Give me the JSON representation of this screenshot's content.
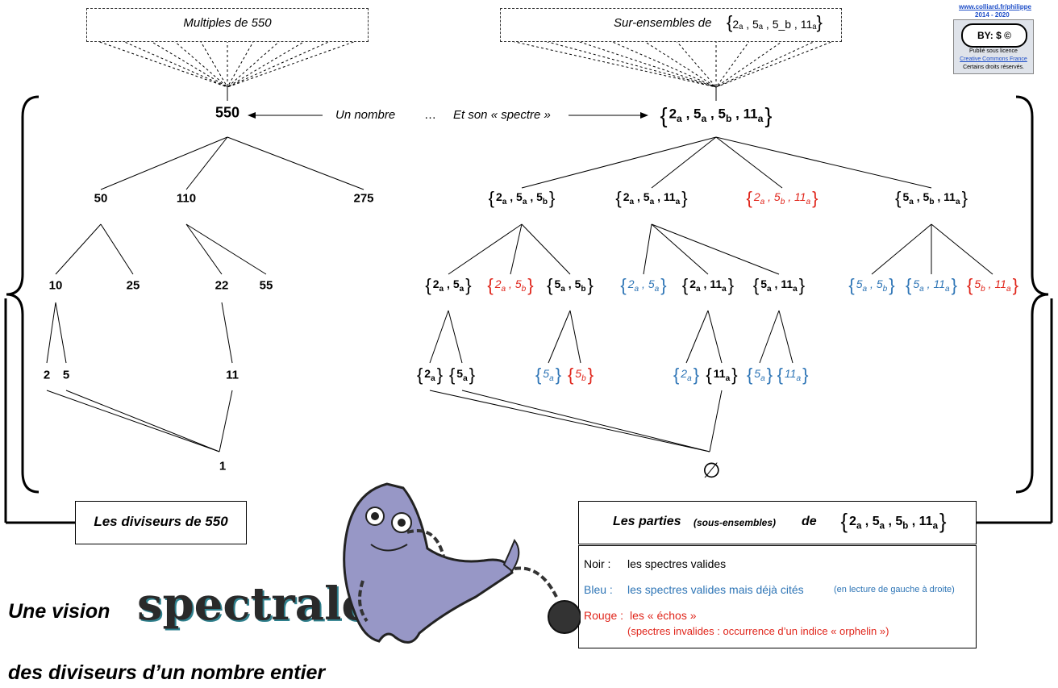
{
  "top_left_box": "Multiples de 550",
  "top_right_box": {
    "label": "Sur-ensembles de",
    "set": "2ₐ , 5ₐ , 5_b , 11ₐ"
  },
  "license": {
    "line1": "www.colliard.fr/philippe",
    "line2": "2014 - 2020",
    "badge": "BY: $ ©",
    "line3": "Publié sous licence",
    "line4": "Creative Commons France",
    "line5": "Certains droits réservés."
  },
  "center": {
    "left_num": "550",
    "mid1": "Un nombre",
    "dots": "…",
    "mid2": "Et son « spectre »"
  },
  "divisors": {
    "l1": [
      "50",
      "110",
      "275"
    ],
    "l2": [
      "10",
      "25",
      "22",
      "55"
    ],
    "l3": [
      "2",
      "5",
      "11"
    ],
    "l4": "1"
  },
  "spectra": {
    "root": [
      [
        "2",
        "a"
      ],
      [
        "5",
        "a"
      ],
      [
        "5",
        "b"
      ],
      [
        "11",
        "a"
      ]
    ],
    "l1": [
      {
        "items": [
          [
            "2",
            "a"
          ],
          [
            "5",
            "a"
          ],
          [
            "5",
            "b"
          ]
        ],
        "color": "black"
      },
      {
        "items": [
          [
            "2",
            "a"
          ],
          [
            "5",
            "a"
          ],
          [
            "11",
            "a"
          ]
        ],
        "color": "black"
      },
      {
        "items": [
          [
            "2",
            "a"
          ],
          [
            "5",
            "b"
          ],
          [
            "11",
            "a"
          ]
        ],
        "color": "red"
      },
      {
        "items": [
          [
            "5",
            "a"
          ],
          [
            "5",
            "b"
          ],
          [
            "11",
            "a"
          ]
        ],
        "color": "black"
      }
    ],
    "l2": [
      {
        "items": [
          [
            "2",
            "a"
          ],
          [
            "5",
            "a"
          ]
        ],
        "color": "black"
      },
      {
        "items": [
          [
            "2",
            "a"
          ],
          [
            "5",
            "b"
          ]
        ],
        "color": "red"
      },
      {
        "items": [
          [
            "5",
            "a"
          ],
          [
            "5",
            "b"
          ]
        ],
        "color": "black"
      },
      {
        "items": [
          [
            "2",
            "a"
          ],
          [
            "5",
            "a"
          ]
        ],
        "color": "blue"
      },
      {
        "items": [
          [
            "2",
            "a"
          ],
          [
            "11",
            "a"
          ]
        ],
        "color": "black"
      },
      {
        "items": [
          [
            "5",
            "a"
          ],
          [
            "11",
            "a"
          ]
        ],
        "color": "black"
      },
      {
        "items": [
          [
            "5",
            "a"
          ],
          [
            "5",
            "b"
          ]
        ],
        "color": "blue"
      },
      {
        "items": [
          [
            "5",
            "a"
          ],
          [
            "11",
            "a"
          ]
        ],
        "color": "blue"
      },
      {
        "items": [
          [
            "5",
            "b"
          ],
          [
            "11",
            "a"
          ]
        ],
        "color": "red"
      }
    ],
    "l3": [
      {
        "items": [
          [
            "2",
            "a"
          ]
        ],
        "color": "black"
      },
      {
        "items": [
          [
            "5",
            "a"
          ]
        ],
        "color": "black"
      },
      {
        "items": [
          [
            "5",
            "a"
          ]
        ],
        "color": "blue"
      },
      {
        "items": [
          [
            "5",
            "b"
          ]
        ],
        "color": "red"
      },
      {
        "items": [
          [
            "2",
            "a"
          ]
        ],
        "color": "blue"
      },
      {
        "items": [
          [
            "11",
            "a"
          ]
        ],
        "color": "black"
      },
      {
        "items": [
          [
            "5",
            "a"
          ]
        ],
        "color": "blue"
      },
      {
        "items": [
          [
            "11",
            "a"
          ]
        ],
        "color": "blue"
      }
    ],
    "empty": "∅"
  },
  "bottom_left_box": "Les diviseurs de  550",
  "bottom_right_box": {
    "label1": "Les parties",
    "label2": "(sous-ensembles)",
    "label3": "de"
  },
  "legend": {
    "black_key": "Noir :",
    "black_text": "les spectres valides",
    "blue_key": "Bleu :",
    "blue_text": "les spectres valides mais déjà cités",
    "blue_note": "(en lecture de gauche à droite)",
    "red_key": "Rouge :",
    "red_text": "les « échos »",
    "red_note": "(spectres invalides : occurrence d’un indice « orphelin »)"
  },
  "title": {
    "part1": "Une vision",
    "big": "spectrale",
    "part2": "des diviseurs d’un nombre entier"
  },
  "colors": {
    "blue": "#2e75b6",
    "red": "#e0251b",
    "title_teal": "#2e7f8c"
  },
  "icons": [
    "ghost-icon",
    "ball-and-chain-icon",
    "creative-commons-icon"
  ]
}
